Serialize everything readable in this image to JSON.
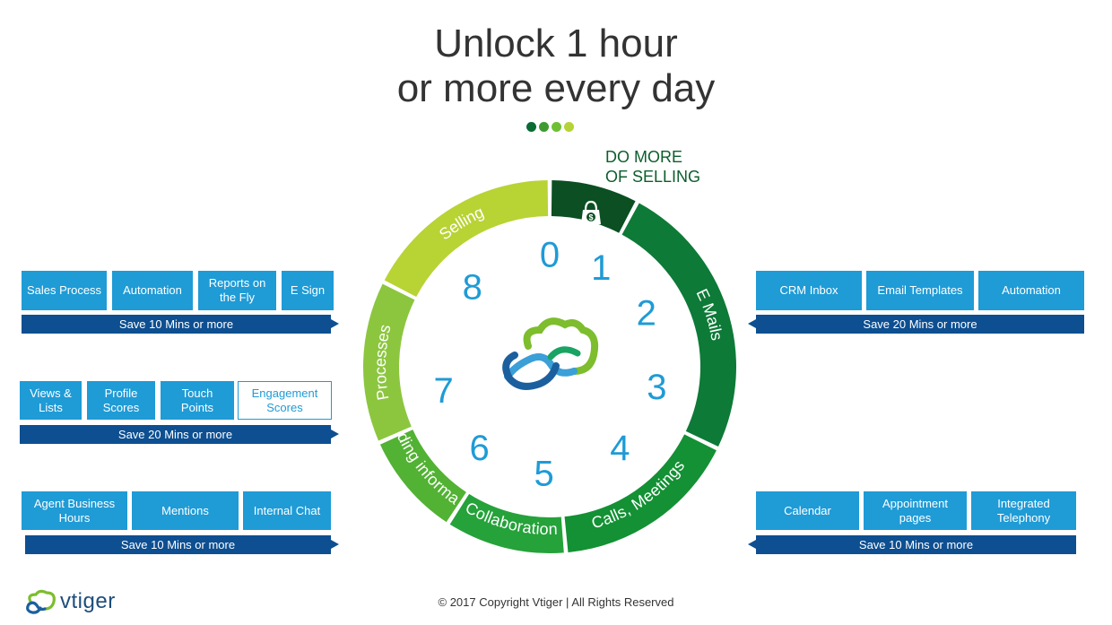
{
  "title": {
    "line1": "Unlock 1 hour",
    "line2": "or more every day"
  },
  "dot_colors": [
    "#0b6b35",
    "#3f9b2f",
    "#6fbf35",
    "#b5d334"
  ],
  "tagline": {
    "line1": "DO MORE",
    "line2": "OF SELLING"
  },
  "wheel": {
    "segments": [
      {
        "label": "",
        "icon": "money-bag-icon",
        "color": "#0b4f23"
      },
      {
        "label": "E Mails",
        "color": "#0d7a37"
      },
      {
        "label": "Calls, Meetings",
        "color": "#139134"
      },
      {
        "label": "Collaboration",
        "color": "#25a23a"
      },
      {
        "label": "Finding information",
        "color": "#52b233"
      },
      {
        "label": "Processes",
        "color": "#8cc63f"
      },
      {
        "label": "Selling",
        "color": "#b8d334"
      }
    ],
    "numbers": [
      "0",
      "1",
      "2",
      "3",
      "4",
      "5",
      "6",
      "7",
      "8"
    ],
    "number_color": "#1f9bd6",
    "center_icon": "vtiger-cloud-logo-icon"
  },
  "panels": {
    "top_left": {
      "chips": [
        {
          "label": "Sales Process"
        },
        {
          "label": "Automation"
        },
        {
          "label": "Reports on the Fly"
        },
        {
          "label": "E Sign"
        }
      ],
      "save": "Save 10 Mins or more"
    },
    "mid_left": {
      "chips": [
        {
          "label": "Views & Lists"
        },
        {
          "label": "Profile Scores"
        },
        {
          "label": "Touch Points"
        },
        {
          "label": "Engagement Scores"
        }
      ],
      "save": "Save 20 Mins or more"
    },
    "bottom_left": {
      "chips": [
        {
          "label": "Agent Business Hours"
        },
        {
          "label": "Mentions"
        },
        {
          "label": "Internal Chat"
        }
      ],
      "save": "Save 10 Mins or more"
    },
    "top_right": {
      "chips": [
        {
          "label": "CRM Inbox"
        },
        {
          "label": "Email Templates"
        },
        {
          "label": "Automation"
        }
      ],
      "save": "Save 20 Mins or more"
    },
    "bottom_right": {
      "chips": [
        {
          "label": "Calendar"
        },
        {
          "label": "Appointment pages"
        },
        {
          "label": "Integrated Telephony"
        }
      ],
      "save": "Save 10 Mins or more"
    }
  },
  "colors": {
    "chip": "#1f9bd6",
    "save_bar": "#0d4f91",
    "tagline": "#0c5e2b"
  },
  "footer": {
    "copyright": "© 2017 Copyright Vtiger | All Rights Reserved"
  },
  "logo": {
    "text": "vtiger",
    "icon": "vtiger-logo-icon"
  }
}
